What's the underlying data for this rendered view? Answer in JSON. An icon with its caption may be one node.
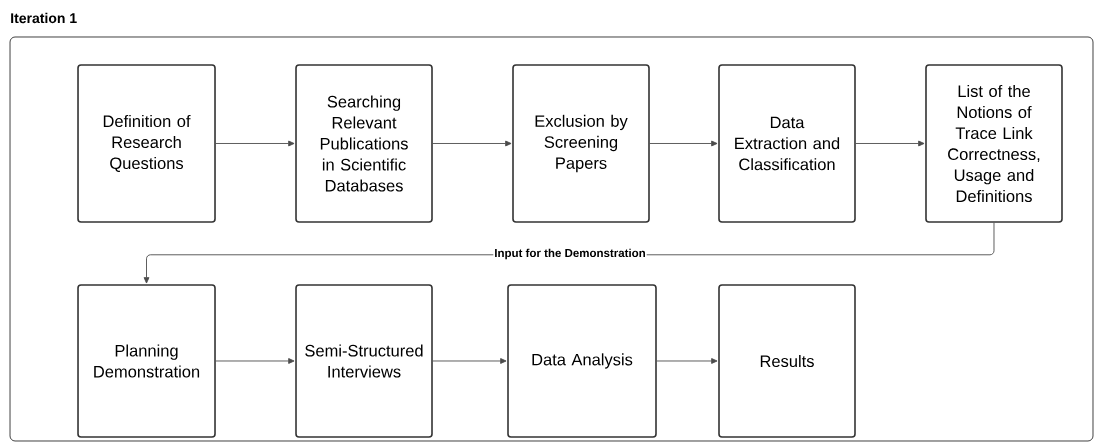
{
  "diagram": {
    "nodes": [
      {
        "text": [
          "Iteration 1"
        ]
      },
      {
        "text": [
          "Definition of Research Questions"
        ],
        "in": 0
      },
      {
        "text": [
          "Searching Relevant Publications in Scientific Databases"
        ],
        "in": 0
      },
      {
        "text": [
          "Exclusion by Screening Papers"
        ],
        "in": 0
      },
      {
        "text": [
          "Data Extraction and Classification"
        ],
        "in": 0
      },
      {
        "text": [
          "List of the Notions of Trace Link Correctness, Usage and Definitions"
        ],
        "in": 0
      },
      {
        "text": [
          "Planning Demonstration"
        ],
        "in": 0
      },
      {
        "text": [
          "Semi-Structured Interviews"
        ],
        "in": 0
      },
      {
        "text": [
          "Data Analysis"
        ],
        "in": 0
      },
      {
        "text": [
          "Results"
        ],
        "in": 0
      }
    ],
    "edges": [
      {
        "from": 1,
        "to": 2,
        "arrow": "to"
      },
      {
        "from": 2,
        "to": 3,
        "arrow": "to"
      },
      {
        "from": 3,
        "to": 4,
        "arrow": "to"
      },
      {
        "from": 4,
        "to": 5,
        "arrow": "to"
      },
      {
        "from": 5,
        "to": 6,
        "arrow": "to",
        "label": "Input for the Demonstration"
      },
      {
        "from": 6,
        "to": 7,
        "arrow": "to"
      },
      {
        "from": 7,
        "to": 8,
        "arrow": "to"
      },
      {
        "from": 8,
        "to": 9,
        "arrow": "to"
      }
    ]
  }
}
